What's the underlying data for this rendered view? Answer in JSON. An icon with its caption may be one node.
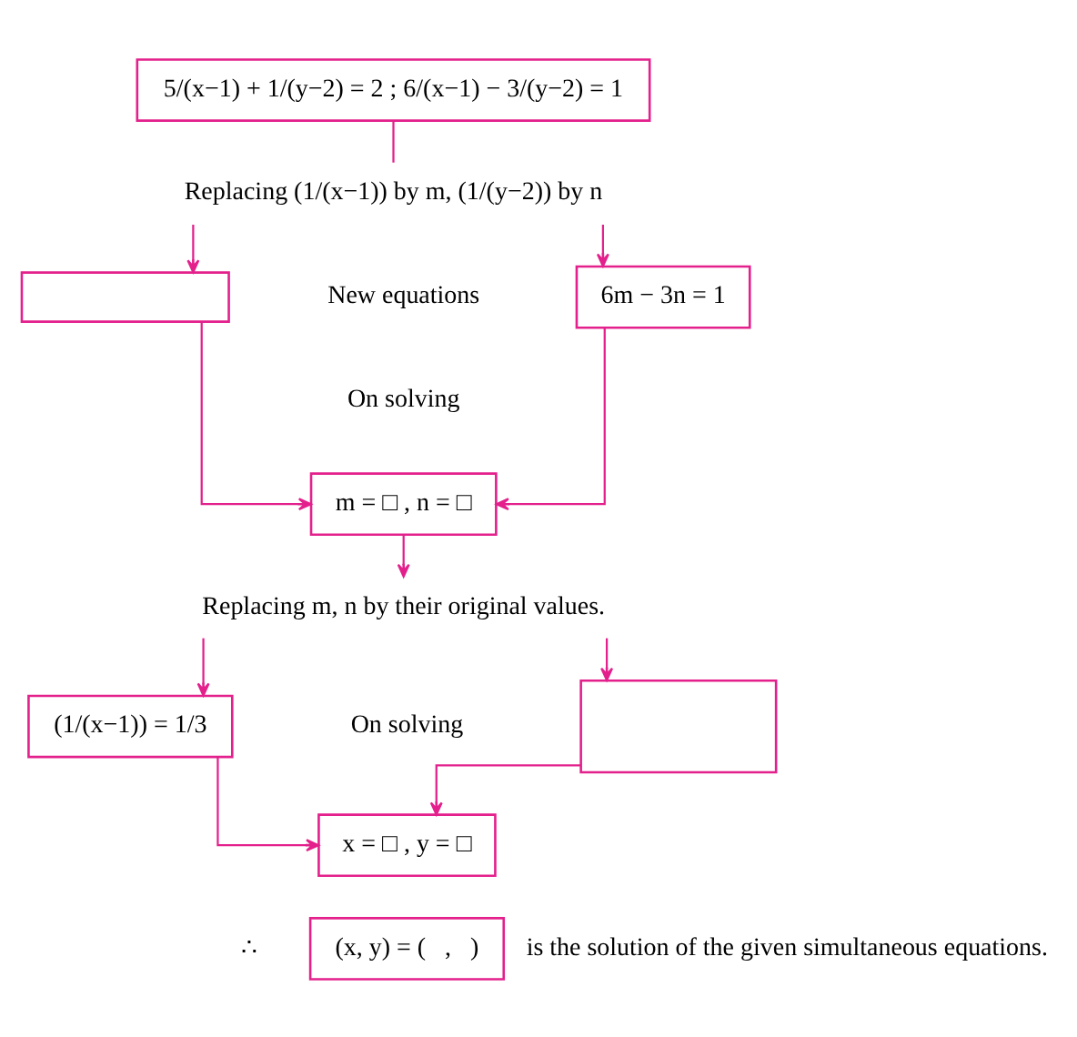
{
  "diagram": {
    "nodes": [
      {
        "text": [
          "5/(x−1) + 1/(y−2) = 2 ; 6/(x−1) − 3/(y−2) = 1"
        ]
      },
      {
        "text": [
          "Replacing (1/(x−1)) by m, (1/(y−2)) by n"
        ]
      },
      {
        "text": [],
        "shape": "box"
      },
      {
        "text": [
          "6m − 3n = 1"
        ]
      },
      {
        "text": [
          "m = □ , n = □"
        ]
      },
      {
        "text": [
          "Replacing m, n by their original values."
        ]
      },
      {
        "text": [
          "(1/(x−1)) = 1/3"
        ]
      },
      {
        "text": [],
        "shape": "box"
      },
      {
        "text": [
          "x = □ , y = □"
        ]
      },
      {
        "text": [
          "(x, y) = (   ,   )"
        ],
        "beside": [
          "∴",
          "is the solution of the given simultaneous equations."
        ]
      }
    ],
    "edges": [
      {
        "from": 0,
        "to": 1,
        "arrow": "none"
      },
      {
        "from": 1,
        "to": 2,
        "arrow": "to"
      },
      {
        "from": 1,
        "to": 3,
        "arrow": "to"
      },
      {
        "from": 2,
        "to": 4,
        "arrow": "to"
      },
      {
        "from": 3,
        "to": 4,
        "arrow": "to"
      },
      {
        "from": 4,
        "to": 5,
        "arrow": "to"
      },
      {
        "from": 5,
        "to": 6,
        "arrow": "to"
      },
      {
        "from": 5,
        "to": 7,
        "arrow": "to"
      },
      {
        "from": 6,
        "to": 8,
        "arrow": "to"
      },
      {
        "from": 7,
        "to": 8,
        "arrow": "to"
      }
    ],
    "labels": [
      "New equations",
      "On solving",
      "On solving"
    ]
  }
}
